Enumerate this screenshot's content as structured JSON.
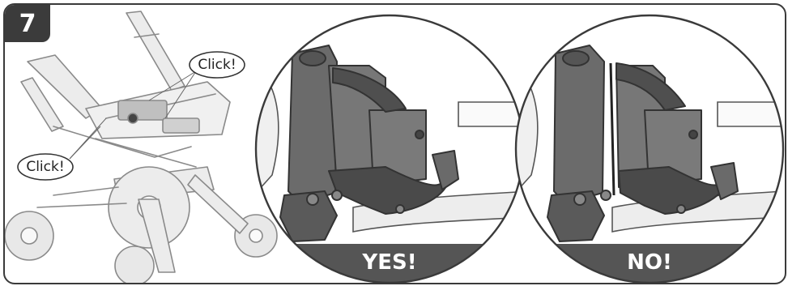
{
  "step": {
    "number": "7"
  },
  "callouts": {
    "click_top": "Click!",
    "click_left": "Click!"
  },
  "panels": {
    "correct_label": "YES!",
    "incorrect_label": "NO!"
  },
  "colors": {
    "frame": "#3a3a3a",
    "mechanism": "#6b6b6b",
    "mechanism_dark": "#4a4a4a",
    "stroller_line": "#8c8c8c",
    "stroller_fill": "#e6e6e6",
    "banner": "#555555"
  }
}
